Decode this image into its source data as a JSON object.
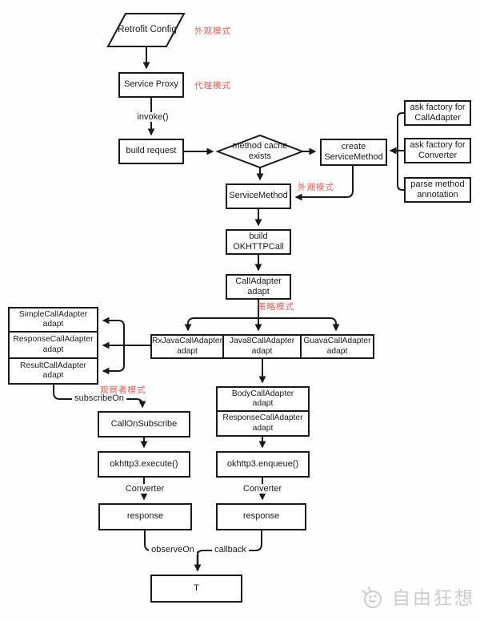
{
  "diagram": {
    "title": "Retrofit flow diagram",
    "nodes": {
      "retrofit_config": "Retrofit Config",
      "service_proxy": "Service Proxy",
      "build_request": "build request",
      "method_cache": "method cache\nexists",
      "create_service_method": "create\nServiceMethod",
      "ask_factory_call_adapter": "ask factory for\nCallAdapter",
      "ask_factory_converter": "ask factory for\nConverter",
      "parse_method_annotation": "parse method\nannotation",
      "service_method": "ServiceMethod",
      "build_okhttpcall": "build\nOKHTTPCall",
      "call_adapter_adapt": "CallAdapter\nadapt",
      "rxjava_call_adapter": "RxJavaCallAdapter\nadapt",
      "java8_call_adapter": "Java8CallAdapter\nadapt",
      "guava_call_adapter": "GuavaCallAdapter\nadapt",
      "simple_call_adapter": "SimpleCallAdapter\nadapt",
      "response_call_adapter": "ResponseCallAdapter\nadapt",
      "result_call_adapter": "ResultCallAdapter\nadapt",
      "body_call_adapter": "BodyCallAdapter\nadapt",
      "response_call_adapter_2": "ResponseCallAdapter\nadapt",
      "call_on_subscribe": "CallOnSubscribe",
      "okhttp3_execute": "okhttp3.execute()",
      "okhttp3_enqueue": "okhttp3.enqueue()",
      "response_left": "response",
      "response_right": "response",
      "t_result": "T"
    },
    "edge_labels": {
      "invoke": "invoke()",
      "subscribe_on": "subscribeOn",
      "converter_left": "Converter",
      "converter_right": "Converter",
      "observe_on": "observeOn",
      "callback": "callback"
    },
    "pattern_annotations": {
      "facade_top": "外观模式",
      "proxy": "代理模式",
      "facade_mid": "外观模式",
      "strategy": "策略模式",
      "observer": "观察者模式"
    },
    "colors": {
      "line": "#1a1a1a",
      "annotation_red": "#e05c52",
      "watermark_gray": "#cccccc"
    }
  },
  "watermark": {
    "text": "自由狂想"
  }
}
